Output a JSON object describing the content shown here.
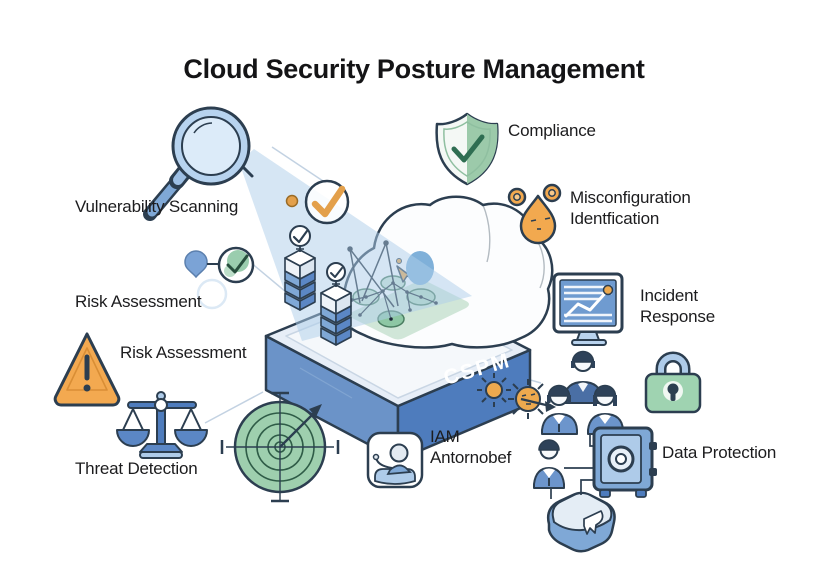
{
  "title": "Cloud Security Posture Management",
  "platform": {
    "label": "CSPM"
  },
  "labels": {
    "vulnerability_scanning": "Vulnerability Scanning",
    "compliance": "Compliance",
    "misconfiguration": "Misconfiguration Identfication",
    "risk_assessment_1": "Risk Assessment",
    "risk_assessment_2": "Risk Assessment",
    "threat_detection": "Threat Detection",
    "iam": "IAM Antornobef",
    "incident_response": "Incident Response",
    "data_protection": "Data Protection"
  },
  "icons": [
    "magnifying-glass-icon",
    "light-beam",
    "orange-check-circle-icon",
    "shield-check-icon",
    "misconfiguration-drop-icon",
    "pin-check-icon",
    "warning-triangle-icon",
    "scales-icon",
    "radar-target-icon",
    "cspm-platform",
    "cloud-icon",
    "server-stack-icon",
    "network-graph",
    "monitor-chart-icon",
    "padlock-icon",
    "team-icon",
    "virus-icon",
    "safe-icon",
    "user-icon",
    "storage-box-icon"
  ],
  "colors": {
    "outline": "#2c3e50",
    "blue": "#5b87c5",
    "mid_blue": "#7fa8d6",
    "light_blue": "#aecbe9",
    "pale_blue": "#dce8f5",
    "beam": "#aecde9",
    "green": "#9ccaaa",
    "radar_green": "#9ecfae",
    "panel_green": "#cde5d6",
    "orange": "#eda94e",
    "text": "#1c1c1e"
  }
}
